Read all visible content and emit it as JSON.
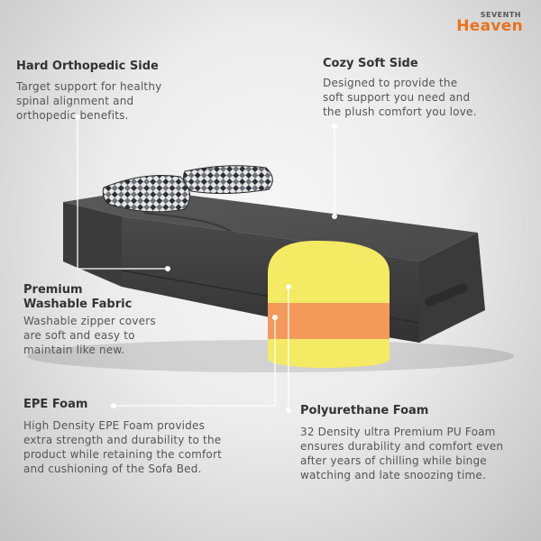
{
  "brand": {
    "top": "SEVENTH",
    "bottom": "Heaven"
  },
  "features": {
    "hard_side": {
      "title": "Hard Orthopedic Side",
      "desc": [
        "Target support for healthy",
        "spinal alignment and",
        "orthopedic benefits."
      ]
    },
    "soft_side": {
      "title": "Cozy Soft Side",
      "desc": [
        "Designed to provide the",
        "soft support you need and",
        "the plush  comfort you love."
      ]
    },
    "fabric": {
      "title": [
        "Premium",
        "Washable Fabric"
      ],
      "desc": [
        "Washable zipper covers",
        "are soft and easy to",
        "maintain like new."
      ]
    },
    "epe": {
      "title": "EPE Foam",
      "desc": [
        "High Density EPE Foam provides",
        "extra strength and durability to the",
        "product while retaining the comfort",
        "and cushioning of the Sofa Bed."
      ]
    },
    "pu": {
      "title": "Polyurethane Foam",
      "desc": [
        "32 Density ultra Premium PU Foam",
        "ensures durability and comfort even",
        "after years of chilling while binge",
        "watching and late snoozing time."
      ]
    }
  },
  "colors": {
    "fabric": "#4a4a4a",
    "foam_yellow": "#f4ea63",
    "foam_orange": "#f39a5a",
    "accent": "#e8731f"
  }
}
